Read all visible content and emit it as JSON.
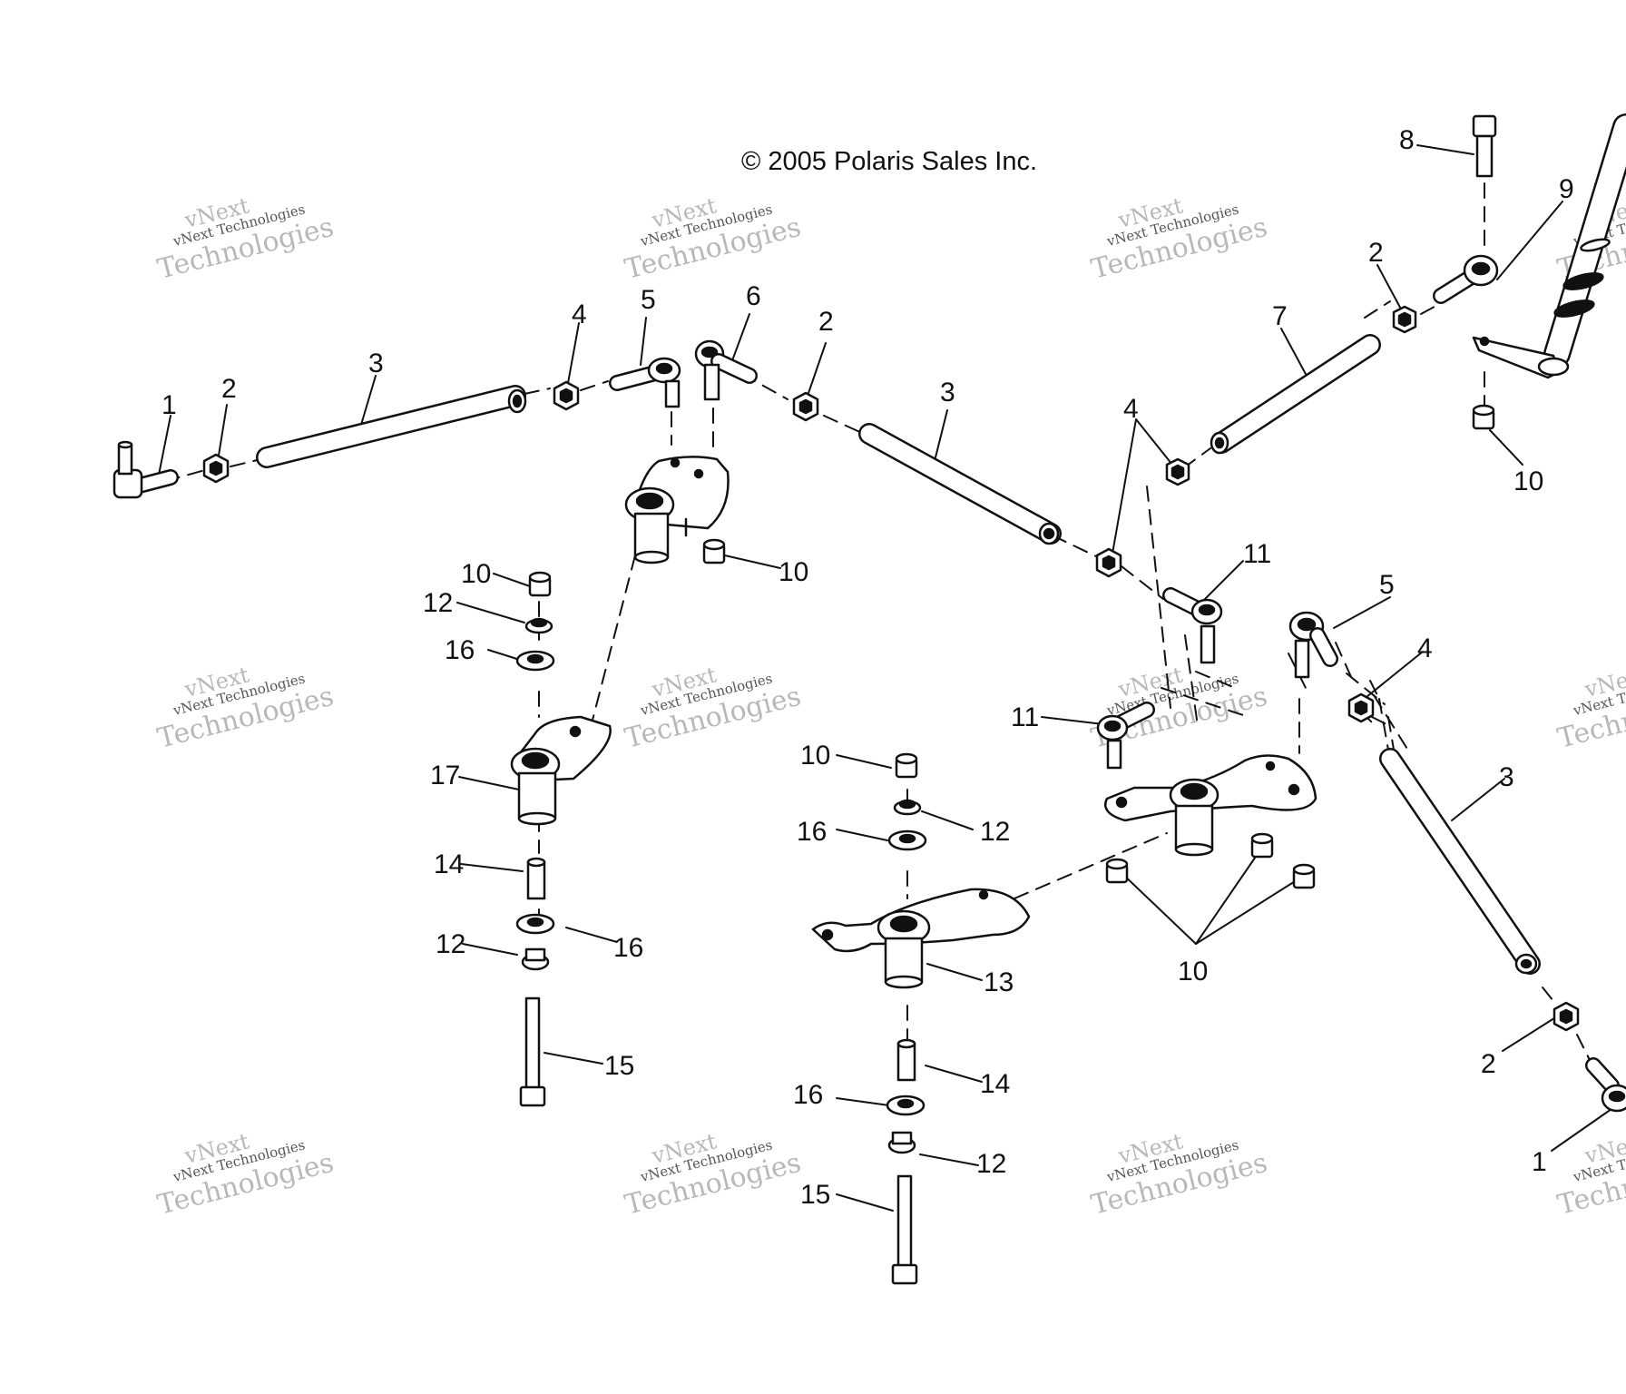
{
  "copyright": "© 2005 Polaris Sales Inc.",
  "watermark": {
    "brand": "vNext",
    "company": "vNext Technologies",
    "word": "Technologies"
  },
  "callouts": {
    "n1": "1",
    "n2": "2",
    "n3": "3",
    "n4": "4",
    "n5": "5",
    "n6": "6",
    "n7": "7",
    "n8": "8",
    "n9": "9",
    "n10": "10",
    "n11": "11",
    "n12": "12",
    "n13": "13",
    "n14": "14",
    "n15": "15",
    "n16": "16",
    "n17": "17"
  },
  "colors": {
    "line": "#111111",
    "fill": "#ffffff",
    "watermark": "#b8b8b8"
  }
}
